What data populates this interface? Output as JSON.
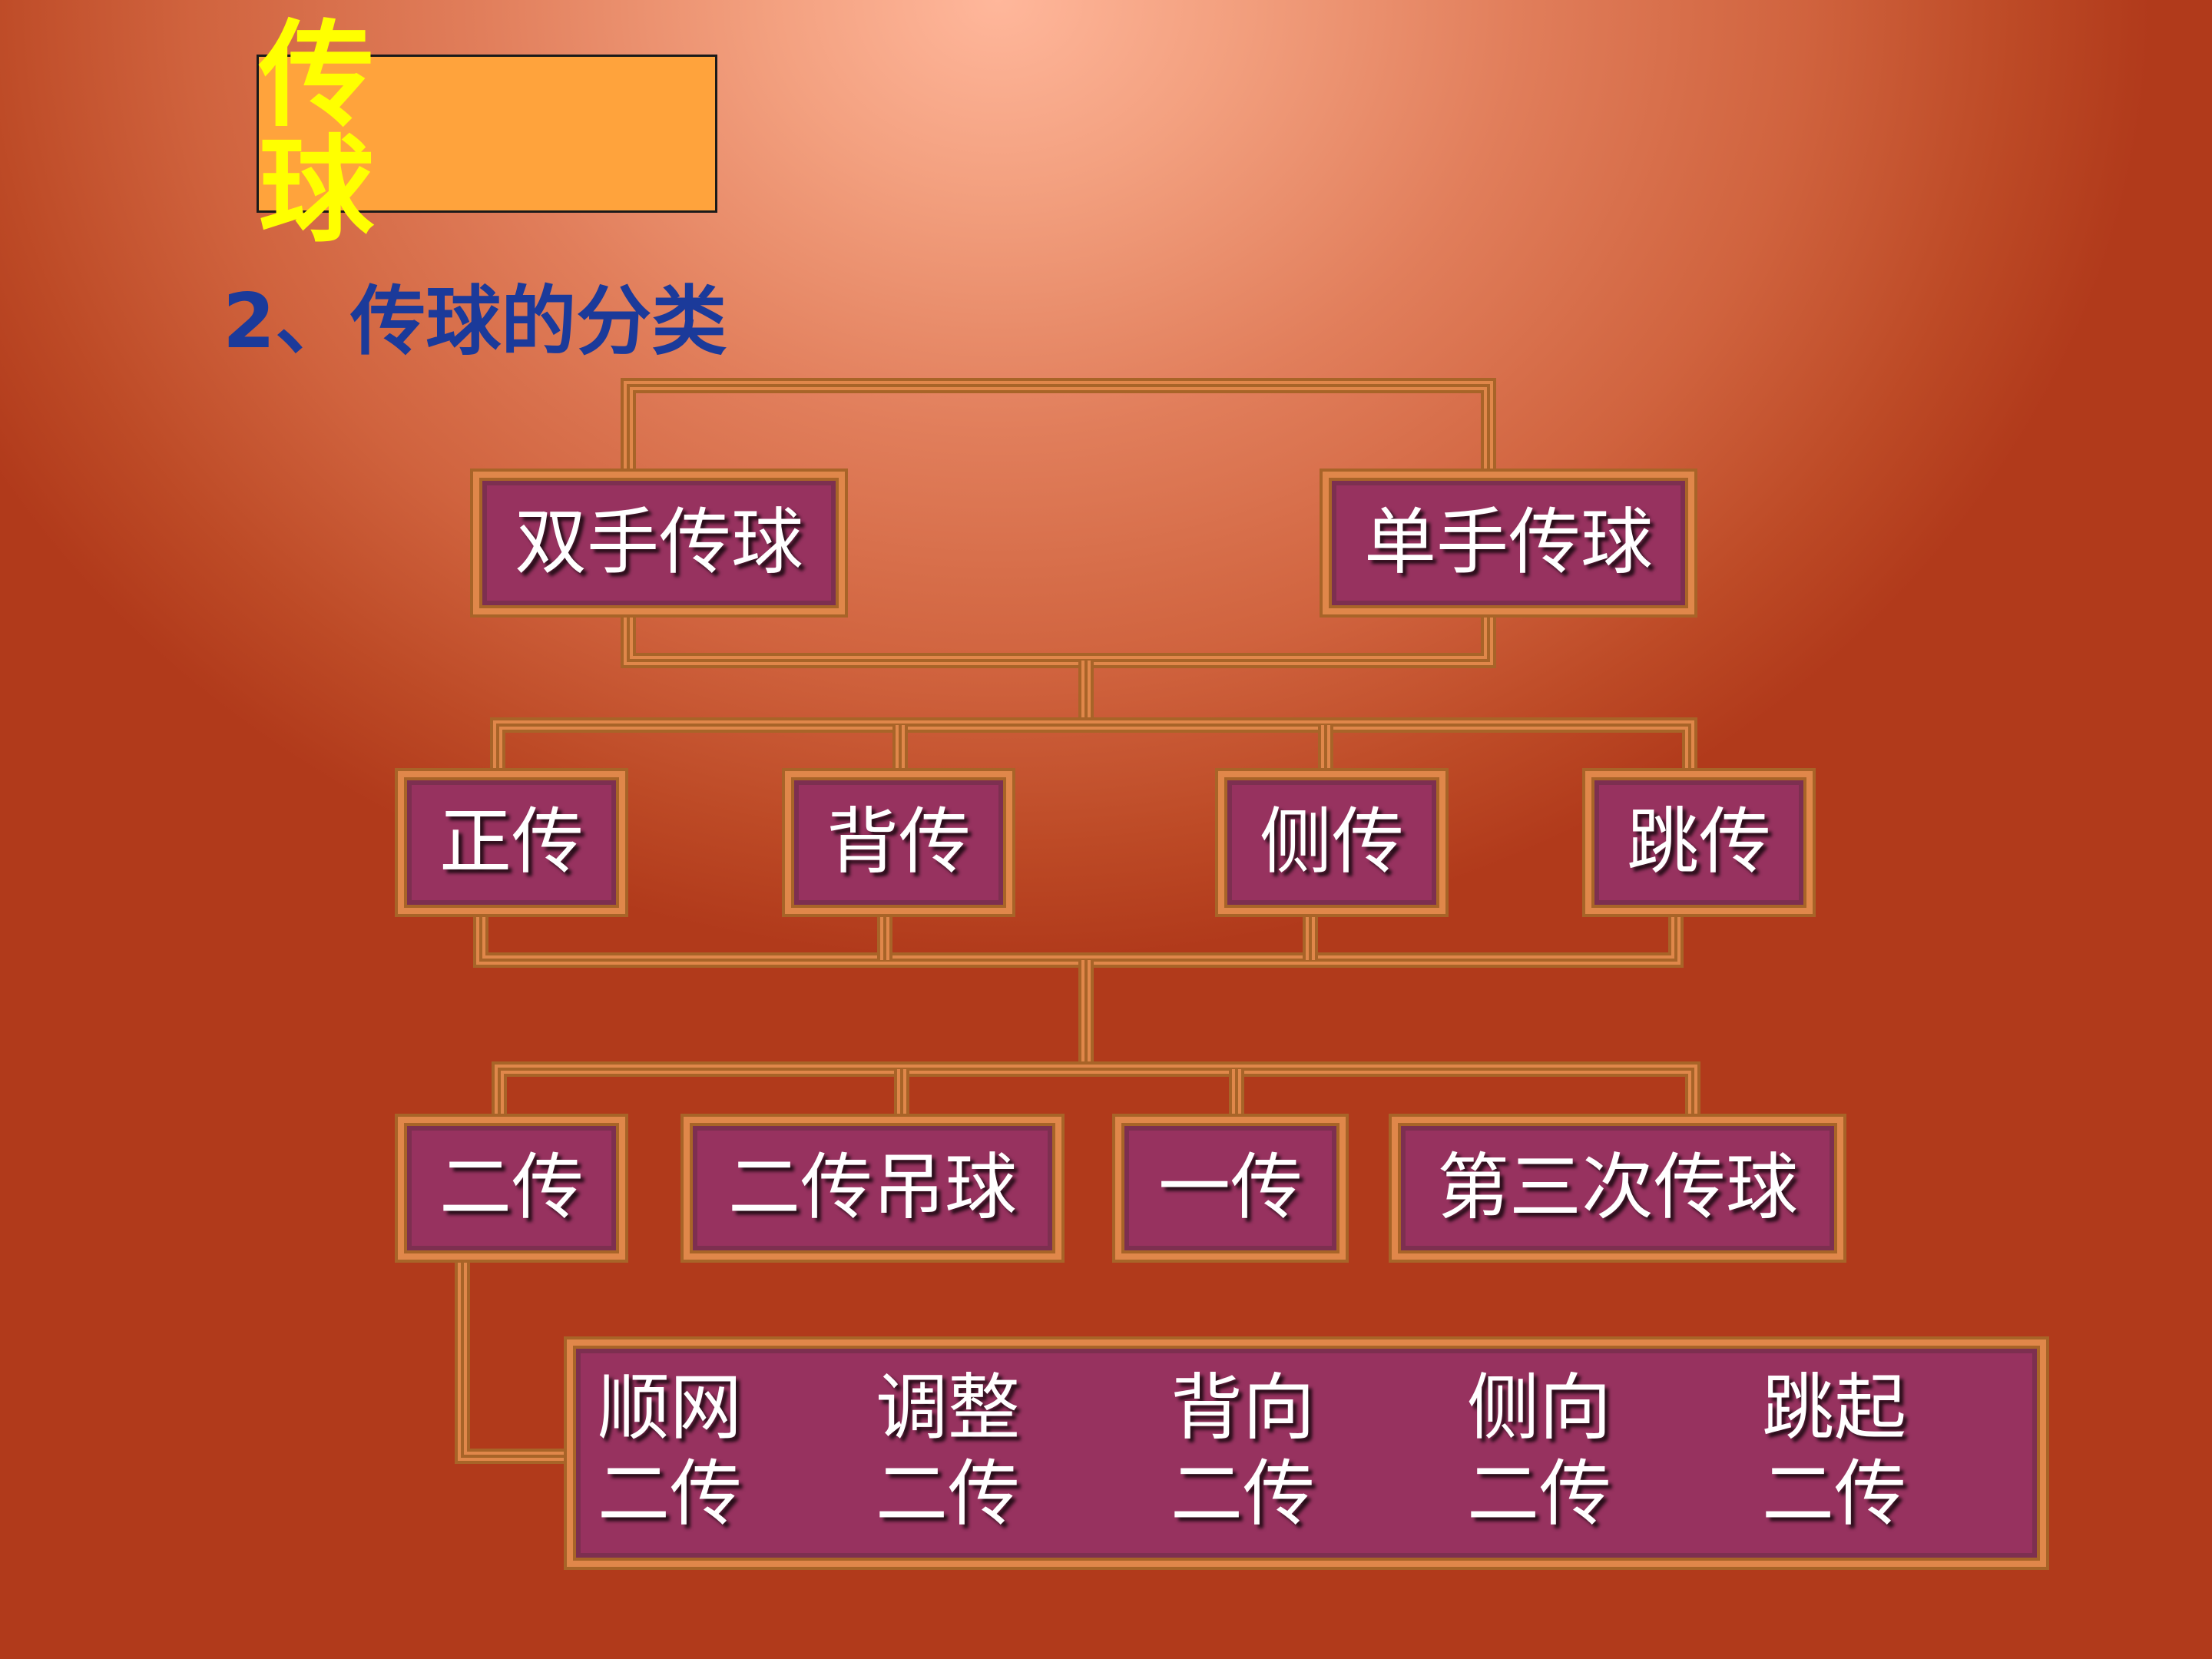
{
  "title": "传　球",
  "subtitle": "2、传球的分类",
  "level1": [
    "双手传球",
    "单手传球"
  ],
  "level2": [
    "正传",
    "背传",
    "侧传",
    "跳传"
  ],
  "level3": [
    "二传",
    "二传吊球",
    "一传",
    "第三次传球"
  ],
  "details": [
    {
      "line1": "顺网",
      "line2": "二传"
    },
    {
      "line1": "调整",
      "line2": "二传"
    },
    {
      "line1": "背向",
      "line2": "二传"
    },
    {
      "line1": "侧向",
      "line2": "二传"
    },
    {
      "line1": "跳起",
      "line2": "二传"
    }
  ],
  "colors": {
    "title_fill": "#ffa33c",
    "title_text": "#ffff00",
    "subtitle_text": "#1b3a9a",
    "node_fill": "#97325f",
    "node_text": "#ffffff",
    "connector": "#a86428"
  }
}
